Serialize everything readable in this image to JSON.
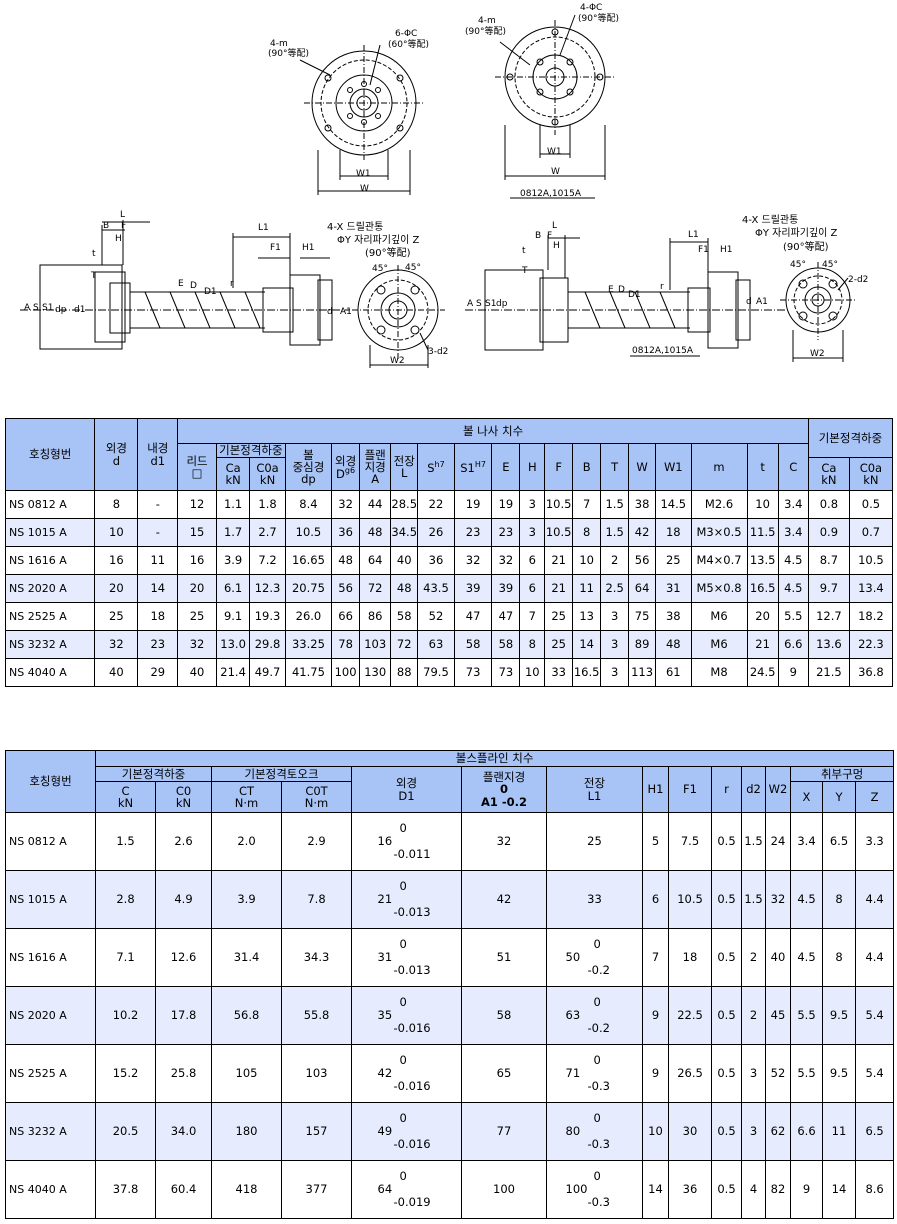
{
  "drawings": {
    "top_left": {
      "m": "4-m",
      "m_note": "(90°等配)",
      "c": "6-ΦC",
      "c_note": "(60°等配)",
      "w1": "W1",
      "w": "W"
    },
    "top_right": {
      "m": "4-m",
      "m_note": "(90°等配)",
      "c": "4-ΦC",
      "c_note": "(90°等配)",
      "w1": "W1",
      "w": "W",
      "caption": "0812A,1015A"
    },
    "bottom_left": {
      "x": "4-X 드릴관통",
      "y": "ΦY 자리파기깊이 Z",
      "note": "(90°等配)",
      "a45a": "45°",
      "a45b": "45°",
      "d2": "3-d2",
      "w2": "W2",
      "labels": [
        "L",
        "B",
        "F",
        "H",
        "t",
        "T",
        "E",
        "D",
        "D1",
        "r",
        "L1",
        "F1",
        "H1",
        "A",
        "S",
        "S1",
        "dp",
        "d1",
        "d",
        "A1"
      ]
    },
    "bottom_right": {
      "x": "4-X 드릴관통",
      "y": "ΦY 자리파기깊이 Z",
      "note": "(90°等配)",
      "a45a": "45°",
      "a45b": "45°",
      "d2": "2-d2",
      "w2": "W2",
      "caption": "0812A,1015A",
      "labels": [
        "L",
        "B",
        "F",
        "H",
        "t",
        "T",
        "E",
        "D",
        "D1",
        "r",
        "L1",
        "F1",
        "H1",
        "A",
        "S",
        "S1",
        "dp",
        "d",
        "A1"
      ]
    }
  },
  "table1": {
    "h_model": "호칭형번",
    "h_od": "외경",
    "h_od_u": "d",
    "h_id": "내경",
    "h_id_u": "d1",
    "h_group": "볼 나사 치수",
    "h_lead": "리드",
    "h_lead_sym": "□",
    "h_load": "기본정격하중",
    "h_ca": "Ca",
    "h_ca_u": "kN",
    "h_c0a": "C0a",
    "h_c0a_u": "kN",
    "h_ball": "볼",
    "h_ball2": "중심경",
    "h_ball_u": "dp",
    "h_od2": "외경",
    "h_od2_u": "D",
    "h_od2_s": "g6",
    "h_fl": "플랜",
    "h_fl2": "지경",
    "h_fl_u": "A",
    "h_len": "전장",
    "h_len_u": "L",
    "h_s": "S",
    "h_s_s": "h7",
    "h_s1": "S1",
    "h_s1_s": "H7",
    "h_cols": [
      "E",
      "H",
      "F",
      "B",
      "T",
      "W",
      "W1",
      "m",
      "t",
      "C"
    ],
    "h_load2": "기본정격하중",
    "h_ca2": "Ca",
    "h_ca2_u": "kN",
    "h_c0a2": "C0a",
    "h_c0a2_u": "kN",
    "rows": [
      [
        "NS 0812 A",
        "8",
        "-",
        "12",
        "1.1",
        "1.8",
        "8.4",
        "32",
        "44",
        "28.5",
        "22",
        "19",
        "19",
        "3",
        "10.5",
        "7",
        "1.5",
        "38",
        "14.5",
        "M2.6",
        "10",
        "3.4",
        "0.8",
        "0.5"
      ],
      [
        "NS 1015 A",
        "10",
        "-",
        "15",
        "1.7",
        "2.7",
        "10.5",
        "36",
        "48",
        "34.5",
        "26",
        "23",
        "23",
        "3",
        "10.5",
        "8",
        "1.5",
        "42",
        "18",
        "M3×0.5",
        "11.5",
        "3.4",
        "0.9",
        "0.7"
      ],
      [
        "NS 1616 A",
        "16",
        "11",
        "16",
        "3.9",
        "7.2",
        "16.65",
        "48",
        "64",
        "40",
        "36",
        "32",
        "32",
        "6",
        "21",
        "10",
        "2",
        "56",
        "25",
        "M4×0.7",
        "13.5",
        "4.5",
        "8.7",
        "10.5"
      ],
      [
        "NS 2020 A",
        "20",
        "14",
        "20",
        "6.1",
        "12.3",
        "20.75",
        "56",
        "72",
        "48",
        "43.5",
        "39",
        "39",
        "6",
        "21",
        "11",
        "2.5",
        "64",
        "31",
        "M5×0.8",
        "16.5",
        "4.5",
        "9.7",
        "13.4"
      ],
      [
        "NS 2525 A",
        "25",
        "18",
        "25",
        "9.1",
        "19.3",
        "26.0",
        "66",
        "86",
        "58",
        "52",
        "47",
        "47",
        "7",
        "25",
        "13",
        "3",
        "75",
        "38",
        "M6",
        "20",
        "5.5",
        "12.7",
        "18.2"
      ],
      [
        "NS 3232 A",
        "32",
        "23",
        "32",
        "13.0",
        "29.8",
        "33.25",
        "78",
        "103",
        "72",
        "63",
        "58",
        "58",
        "8",
        "25",
        "14",
        "3",
        "89",
        "48",
        "M6",
        "21",
        "6.6",
        "13.6",
        "22.3"
      ],
      [
        "NS 4040 A",
        "40",
        "29",
        "40",
        "21.4",
        "49.7",
        "41.75",
        "100",
        "130",
        "88",
        "79.5",
        "73",
        "73",
        "10",
        "33",
        "16.5",
        "3",
        "113",
        "61",
        "M8",
        "24.5",
        "9",
        "21.5",
        "36.8"
      ]
    ]
  },
  "table2": {
    "h_model": "호칭형번",
    "h_group": "볼스플라인 치수",
    "h_load": "기본정격하중",
    "h_torque": "기본정격토오크",
    "h_c": "C",
    "h_c_u": "kN",
    "h_c0": "C0",
    "h_c0_u": "kN",
    "h_ct": "CT",
    "h_ct_u": "N·m",
    "h_c0t": "C0T",
    "h_c0t_u": "N·m",
    "h_od": "외경",
    "h_od_u": "D1",
    "h_fl": "플랜지경",
    "h_fl_tol": "0",
    "h_fl_u": "A1 -0.2",
    "h_len": "전장",
    "h_len_u": "L1",
    "h_cols": [
      "H1",
      "F1",
      "r",
      "d2",
      "W2"
    ],
    "h_mount": "취부구멍",
    "h_mount_cols": [
      "X",
      "Y",
      "Z"
    ],
    "rows": [
      {
        "model": "NS 0812 A",
        "c": "1.5",
        "c0": "2.6",
        "ct": "2.0",
        "c0t": "2.9",
        "d1": "16",
        "d1_up": "0",
        "d1_lo": "-0.011",
        "a1": "32",
        "l1": "25",
        "l1_up": "",
        "l1_lo": "",
        "h1": "5",
        "f1": "7.5",
        "r": "0.5",
        "d2": "1.5",
        "w2": "24",
        "x": "3.4",
        "y": "6.5",
        "z": "3.3"
      },
      {
        "model": "NS 1015 A",
        "c": "2.8",
        "c0": "4.9",
        "ct": "3.9",
        "c0t": "7.8",
        "d1": "21",
        "d1_up": "0",
        "d1_lo": "-0.013",
        "a1": "42",
        "l1": "33",
        "l1_up": "",
        "l1_lo": "",
        "h1": "6",
        "f1": "10.5",
        "r": "0.5",
        "d2": "1.5",
        "w2": "32",
        "x": "4.5",
        "y": "8",
        "z": "4.4"
      },
      {
        "model": "NS 1616 A",
        "c": "7.1",
        "c0": "12.6",
        "ct": "31.4",
        "c0t": "34.3",
        "d1": "31",
        "d1_up": "0",
        "d1_lo": "-0.013",
        "a1": "51",
        "l1": "50",
        "l1_up": "0",
        "l1_lo": "-0.2",
        "h1": "7",
        "f1": "18",
        "r": "0.5",
        "d2": "2",
        "w2": "40",
        "x": "4.5",
        "y": "8",
        "z": "4.4"
      },
      {
        "model": "NS 2020 A",
        "c": "10.2",
        "c0": "17.8",
        "ct": "56.8",
        "c0t": "55.8",
        "d1": "35",
        "d1_up": "0",
        "d1_lo": "-0.016",
        "a1": "58",
        "l1": "63",
        "l1_up": "0",
        "l1_lo": "-0.2",
        "h1": "9",
        "f1": "22.5",
        "r": "0.5",
        "d2": "2",
        "w2": "45",
        "x": "5.5",
        "y": "9.5",
        "z": "5.4"
      },
      {
        "model": "NS 2525 A",
        "c": "15.2",
        "c0": "25.8",
        "ct": "105",
        "c0t": "103",
        "d1": "42",
        "d1_up": "0",
        "d1_lo": "-0.016",
        "a1": "65",
        "l1": "71",
        "l1_up": "0",
        "l1_lo": "-0.3",
        "h1": "9",
        "f1": "26.5",
        "r": "0.5",
        "d2": "3",
        "w2": "52",
        "x": "5.5",
        "y": "9.5",
        "z": "5.4"
      },
      {
        "model": "NS 3232 A",
        "c": "20.5",
        "c0": "34.0",
        "ct": "180",
        "c0t": "157",
        "d1": "49",
        "d1_up": "0",
        "d1_lo": "-0.016",
        "a1": "77",
        "l1": "80",
        "l1_up": "0",
        "l1_lo": "-0.3",
        "h1": "10",
        "f1": "30",
        "r": "0.5",
        "d2": "3",
        "w2": "62",
        "x": "6.6",
        "y": "11",
        "z": "6.5"
      },
      {
        "model": "NS 4040 A",
        "c": "37.8",
        "c0": "60.4",
        "ct": "418",
        "c0t": "377",
        "d1": "64",
        "d1_up": "0",
        "d1_lo": "-0.019",
        "a1": "100",
        "l1": "100",
        "l1_up": "0",
        "l1_lo": "-0.3",
        "h1": "14",
        "f1": "36",
        "r": "0.5",
        "d2": "4",
        "w2": "82",
        "x": "9",
        "y": "14",
        "z": "8.6"
      }
    ]
  }
}
